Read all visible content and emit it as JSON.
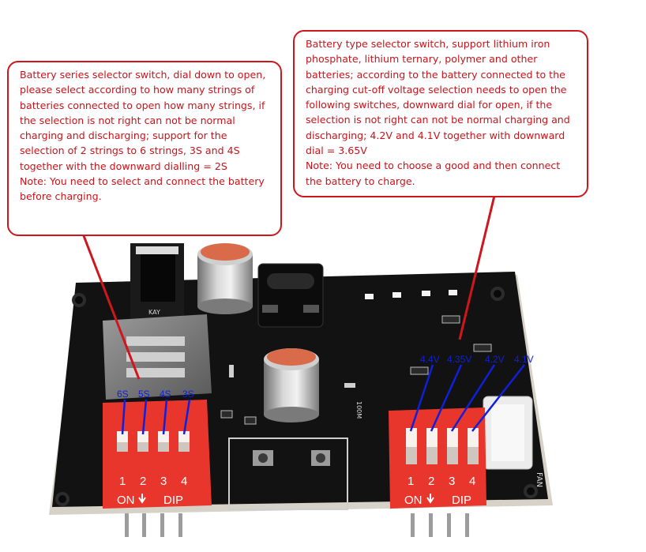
{
  "callouts": {
    "series_selector": {
      "body": "Battery series selector switch, dial down to open, please select according to how many strings of batteries connected to open how many strings, if the selection is not right can not be normal charging and discharging; support for the selection of 2 strings to 6 strings, 3S and 4S together with the downward dialling = 2S",
      "note": "Note: You need to select and connect the battery before charging."
    },
    "type_selector": {
      "body": "Battery type selector switch, support lithium iron phosphate, lithium ternary, polymer and other batteries; according to the battery connected to the charging cut-off voltage selection needs to open the following switches, downward dial for open, if the selection is not right can not be normal charging and discharging; 4.2V and 4.1V together with downward dial = 3.65V",
      "note": "Note: You need to choose a good and then connect the battery to charge."
    }
  },
  "board": {
    "left_dip": {
      "labels": [
        "6S",
        "5S",
        "4S",
        "3S"
      ],
      "numbers": [
        "1",
        "2",
        "3",
        "4"
      ],
      "on_text": "ON",
      "dip_text": "DIP"
    },
    "right_dip": {
      "labels": [
        "4.4V",
        "4.35V",
        "4.2V",
        "4.1V"
      ],
      "numbers": [
        "1",
        "2",
        "3",
        "4"
      ],
      "on_text": "ON",
      "dip_text": "DIP"
    },
    "silkscreen": {
      "key": "KAY",
      "inductor_model": "100M",
      "fan": "FAN"
    }
  },
  "colors": {
    "callout_border": "#d0161d",
    "callout_text": "#c8141a",
    "pointer_blue": "#1020d8",
    "pcb": "#111111",
    "dip_red": "#e8362c"
  }
}
